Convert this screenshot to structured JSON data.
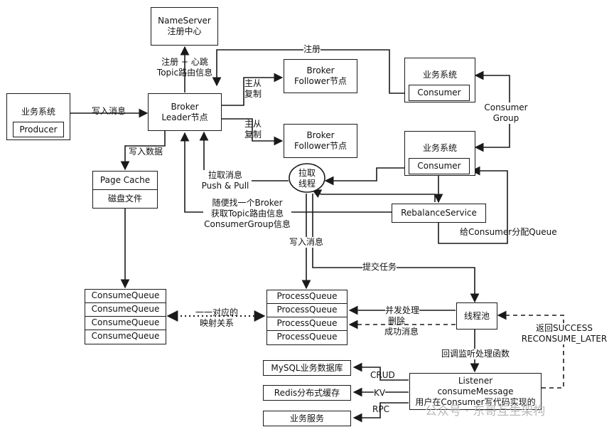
{
  "nodes": {
    "nameserver": [
      "NameServer",
      "注册中心"
    ],
    "broker_leader": [
      "Broker",
      "Leader节点"
    ],
    "follower1": [
      "Broker",
      "Follower节点"
    ],
    "follower2": [
      "Broker",
      "Follower节点"
    ],
    "biz_producer": "业务系统",
    "producer": "Producer",
    "biz_consumer1": "业务系统",
    "consumer1": "Consumer",
    "biz_consumer2": "业务系统",
    "consumer2": "Consumer",
    "page_cache": "Page Cache",
    "disk_file": "磁盘文件",
    "pull_thread": [
      "拉取",
      "线程"
    ],
    "rebalance": "RebalanceService",
    "consume_queues": [
      "ConsumeQueue",
      "ConsumeQueue",
      "ConsumeQueue",
      "ConsumeQueue"
    ],
    "process_queues": [
      "ProcessQueue",
      "ProcessQueue",
      "ProcessQueue",
      "ProcessQueue"
    ],
    "thread_pool": "线程池",
    "listener": [
      "Listener",
      "consumeMessage",
      "用户在Consumer写代码实现的"
    ],
    "mysql": "MySQL业务数据库",
    "redis": "Redis分布式缓存",
    "biz_service": "业务服务"
  },
  "labels": {
    "register_heartbeat": [
      "注册 + 心跳",
      "Topic路由信息"
    ],
    "register": "注册",
    "write_msg": "写入消息",
    "replicate1": [
      "主从",
      "复制"
    ],
    "replicate2": [
      "主从",
      "复制"
    ],
    "consumer_group": [
      "Consumer",
      "Group"
    ],
    "write_data": "写入数据",
    "pull_msg": [
      "拉取消息",
      "Push & Pull"
    ],
    "pick_broker": [
      "随便找一个Broker",
      "获取Topic路由信息",
      "ConsumerGroup信息"
    ],
    "assign_queue": "给Consumer分配Queue",
    "write_msg2": "写入消息",
    "submit_task": "提交任务",
    "one_to_one": [
      "一一对应的",
      "映射关系"
    ],
    "concurrent": "并发处理",
    "delete": "删除",
    "success_msg": "成功消息",
    "return_status": [
      "返回SUCCESS",
      "RECONSUME_LATER"
    ],
    "callback": "回调监听处理函数",
    "crud": "CRUD",
    "kv": "KV",
    "rpc": "RPC"
  },
  "watermark": "公众号 · 东哥互生架构",
  "colors": {
    "stroke": "#1a1a1a",
    "text": "#111111",
    "watermark": "#b9b9b9"
  }
}
